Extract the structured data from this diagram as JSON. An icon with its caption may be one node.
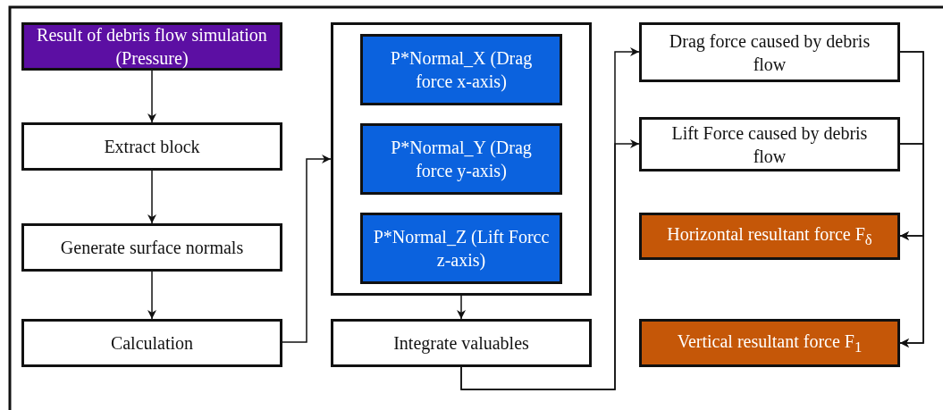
{
  "diagram": {
    "nodes": [
      {
        "text": [
          "Result of debris flow simulation (Pressure)"
        ]
      },
      {
        "text": [
          "Extract block"
        ]
      },
      {
        "text": [
          "Generate surface normals"
        ]
      },
      {
        "text": [
          "Calculation"
        ]
      },
      {
        "text": [],
        "shape": "box"
      },
      {
        "text": [
          "P*Normal_X (Drag force x-axis)"
        ],
        "in": 4
      },
      {
        "text": [
          "P*Normal_Y (Drag force y-axis)"
        ],
        "in": 4
      },
      {
        "text": [
          "P*Normal_Z (Lift Forcc z-axis)"
        ],
        "in": 4
      },
      {
        "text": [
          "Integrate valuables"
        ]
      },
      {
        "text": [
          "Drag force caused by debris flow"
        ]
      },
      {
        "text": [
          "Lift Force caused by debris flow"
        ]
      },
      {
        "text": [
          "Horizontal resultant force F$_{δ}$"
        ]
      },
      {
        "text": [
          "Vertical resultant force F$_{1}$"
        ]
      }
    ],
    "edges": [
      {
        "from": 0,
        "to": 1,
        "arrow": "to"
      },
      {
        "from": 1,
        "to": 2,
        "arrow": "to"
      },
      {
        "from": 2,
        "to": 3,
        "arrow": "to"
      },
      {
        "from": 3,
        "to": 4,
        "arrow": "to"
      },
      {
        "from": 4,
        "to": 8,
        "arrow": "to"
      },
      {
        "from": 8,
        "to": 9,
        "arrow": "to"
      },
      {
        "from": 8,
        "to": 10,
        "arrow": "to"
      },
      {
        "from": 9,
        "to": 11,
        "arrow": "to"
      },
      {
        "from": 9,
        "to": 12,
        "arrow": "to"
      },
      {
        "from": 10,
        "to": 11,
        "arrow": "to"
      },
      {
        "from": 10,
        "to": 12,
        "arrow": "to"
      }
    ]
  }
}
